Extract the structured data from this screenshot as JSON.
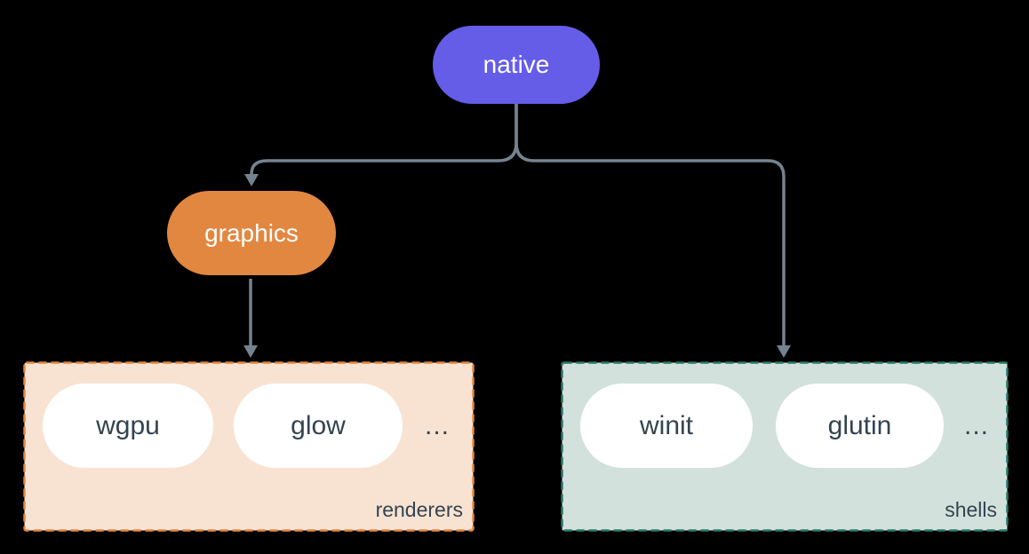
{
  "diagram": {
    "nodes": {
      "native": {
        "label": "native"
      },
      "graphics": {
        "label": "graphics"
      }
    },
    "groups": {
      "renderers": {
        "label": "renderers",
        "items": [
          "wgpu",
          "glow"
        ],
        "ellipsis": "..."
      },
      "shells": {
        "label": "shells",
        "items": [
          "winit",
          "glutin"
        ],
        "ellipsis": "..."
      }
    },
    "colors": {
      "background": "#000000",
      "native_fill": "#655ce8",
      "graphics_fill": "#e28740",
      "node_text": "#ffffff",
      "item_fill": "#ffffff",
      "item_text": "#334450",
      "renderers_bg": "#f8e3d2",
      "renderers_border": "#e5863d",
      "shells_bg": "#d2e1db",
      "shells_border": "#26796a",
      "connector": "#75828f"
    }
  }
}
